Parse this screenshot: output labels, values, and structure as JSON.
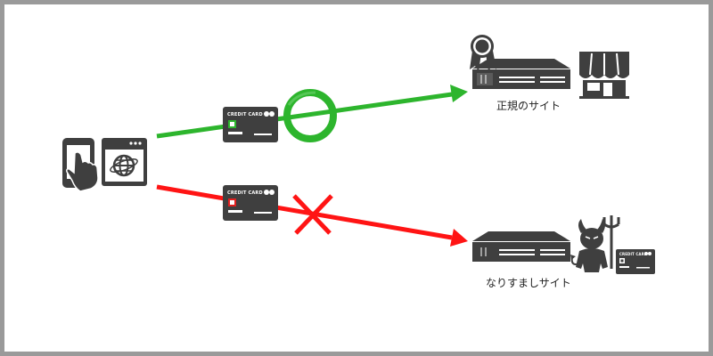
{
  "legit_site": {
    "label": "正規のサイト"
  },
  "fake_site": {
    "label": "なりすましサイト"
  },
  "card": {
    "text": "CREDIT CARD"
  },
  "colors": {
    "icon": "#3f3f3f",
    "legit_arrow": "#2db52d",
    "fake_arrow": "#ff1414",
    "card_chip_legit": "#2db52d",
    "card_chip_fake": "#e02020",
    "border": "#9a9a9a"
  },
  "icons": {
    "device": "smartphone-touch-icon",
    "browser": "browser-globe-icon",
    "legit_server": "server-icon",
    "fake_server": "server-icon",
    "certificate": "certificate-badge-icon",
    "shop": "shop-storefront-icon",
    "devil": "devil-icon",
    "ok_mark": "circle-ok-icon",
    "ng_mark": "cross-ng-icon"
  }
}
